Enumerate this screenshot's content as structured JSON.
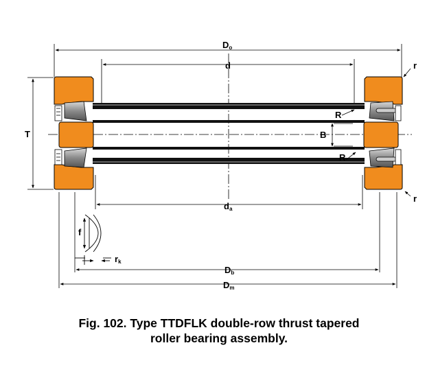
{
  "diagram": {
    "labels": {
      "outside_diameter": "D",
      "outside_diameter_sub": "o",
      "bore": "d",
      "height": "T",
      "center_width": "B",
      "shoulder_diameter": "d",
      "shoulder_diameter_sub": "a",
      "backing_diameter": "D",
      "backing_diameter_sub": "b",
      "mean_diameter": "D",
      "mean_diameter_sub": "m",
      "corner_radius_outer_top": "r",
      "corner_radius_outer_bottom": "r",
      "fillet_radius_top": "R",
      "fillet_radius_bottom": "R",
      "flat_length": "f",
      "crown_radius": "r",
      "crown_radius_sub": "k"
    },
    "colors": {
      "race": "#f08c1e",
      "line": "#000000",
      "roller": "#9a9a9a",
      "cage": "#ffffff"
    }
  },
  "caption": {
    "line1": "Fig. 102. Type TTDFLK double-row thrust tapered",
    "line2": "roller bearing assembly."
  }
}
